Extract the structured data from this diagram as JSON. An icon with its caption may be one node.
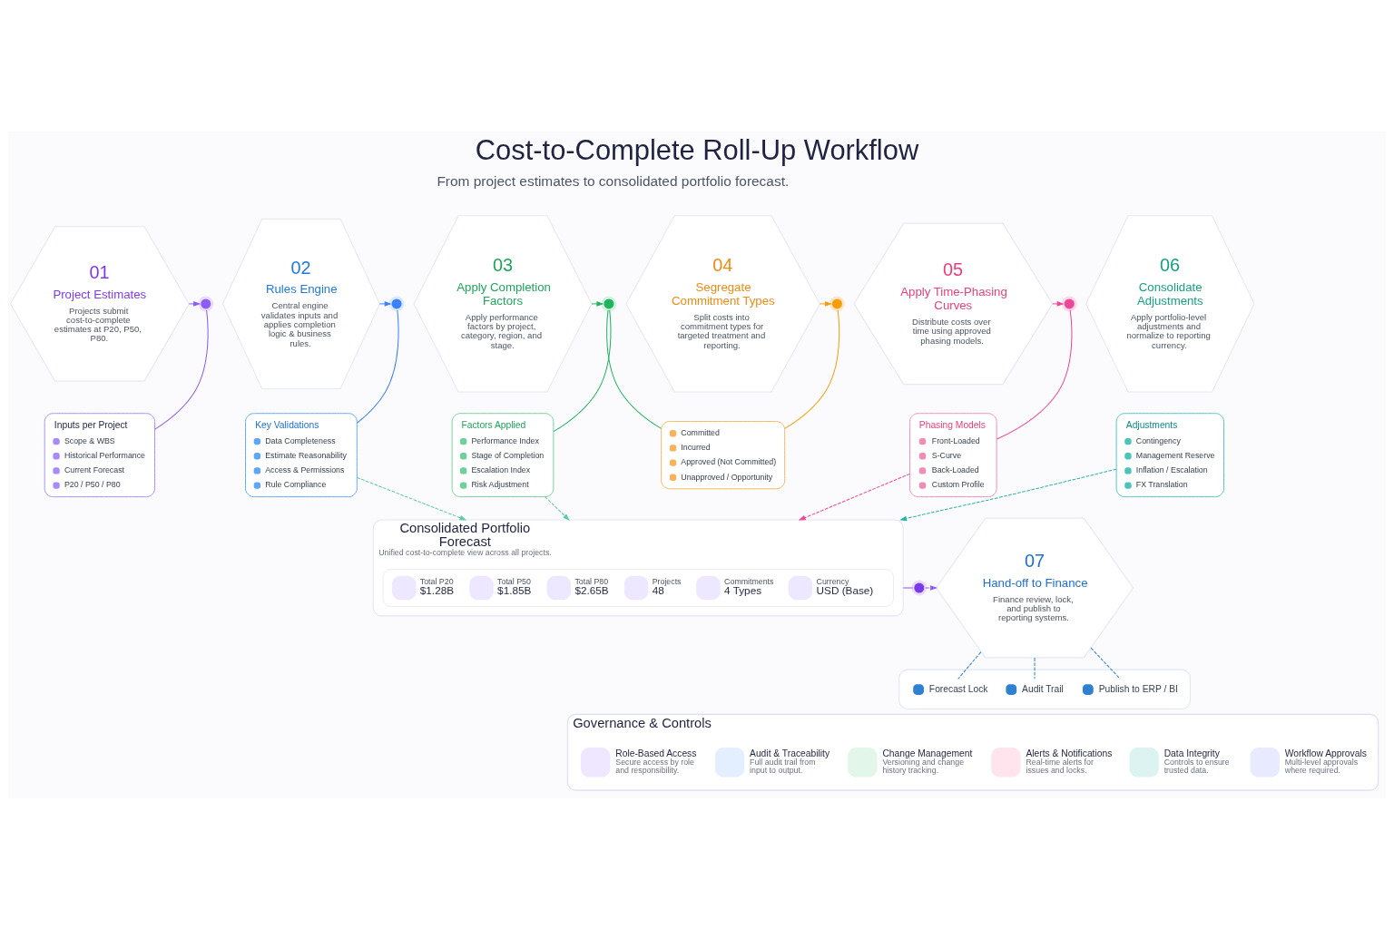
{
  "diagram": {
    "title": "Cost-to-Complete Roll-Up Workflow",
    "labels": [
      "From project estimates to consolidated portfolio forecast."
    ],
    "nodes": [
      {
        "text": [
          "01",
          "Project Estimates",
          "Projects submit cost-to-complete estimates at P20, P50, P80."
        ]
      },
      {
        "text": [],
        "shape": "circle"
      },
      {
        "text": [
          "02",
          "Rules Engine",
          "Central engine validates inputs and applies completion logic & business rules."
        ]
      },
      {
        "text": [],
        "shape": "circle"
      },
      {
        "text": [
          "03",
          "Apply Completion Factors",
          "Apply performance factors by project, category, region, and stage."
        ]
      },
      {
        "text": [],
        "shape": "circle"
      },
      {
        "text": [
          "04",
          "Segregate Commitment Types",
          "Split costs into commitment types for targeted treatment and reporting."
        ]
      },
      {
        "text": [],
        "shape": "circle"
      },
      {
        "text": [
          "05",
          "Apply Time-Phasing Curves",
          "Distribute costs over time using approved phasing models."
        ]
      },
      {
        "text": [],
        "shape": "circle"
      },
      {
        "text": [
          "06",
          "Consolidate Adjustments",
          "Apply portfolio-level adjustments and normalize to reporting currency."
        ]
      },
      {
        "text": [
          "Inputs per Project",
          "Scope & WBS",
          "Historical Performance",
          "Current Forecast",
          "P20 / P50 / P80"
        ]
      },
      {
        "text": [
          "Key Validations",
          "Data Completeness",
          "Estimate Reasonability",
          "Access & Permissions",
          "Rule Compliance"
        ]
      },
      {
        "text": [
          "Factors Applied",
          "Performance Index",
          "Stage of Completion",
          "Escalation Index",
          "Risk Adjustment"
        ]
      },
      {
        "text": [
          "Committed",
          "Incurred",
          "Approved (Not Committed)",
          "Unapproved / Opportunity"
        ]
      },
      {
        "text": [
          "Phasing Models",
          "Front-Loaded",
          "S-Curve",
          "Back-Loaded",
          "Custom Profile"
        ]
      },
      {
        "text": [
          "Adjustments",
          "Contingency",
          "Management Reserve",
          "Inflation / Escalation",
          "FX Translation"
        ]
      },
      {
        "text": [
          "Consolidated Portfolio Forecast",
          "Unified cost-to-complete view across all projects."
        ]
      },
      {
        "text": [
          "Total P20",
          "$1.28B",
          "Total P50",
          "$1.85B",
          "Total P80",
          "$2.65B",
          "Projects",
          "48",
          "Commitments",
          "4 Types",
          "Currency",
          "USD (Base)"
        ],
        "in": 17
      },
      {
        "text": [],
        "shape": "circle"
      },
      {
        "text": [
          "07",
          "Hand-off to Finance",
          "Finance review, lock, and publish to reporting systems."
        ]
      },
      {
        "text": [],
        "shape": "box"
      },
      {
        "text": [
          "Forecast Lock"
        ],
        "in": 21
      },
      {
        "text": [
          "Audit Trail"
        ],
        "in": 21
      },
      {
        "text": [
          "Publish to ERP / BI"
        ],
        "in": 21
      },
      {
        "text": [
          "Governance & Controls"
        ]
      },
      {
        "text": [
          "Role-Based Access",
          "Secure access by role and responsibility."
        ],
        "in": 25
      },
      {
        "text": [
          "Audit & Traceability",
          "Full audit trail from input to output."
        ],
        "in": 25
      },
      {
        "text": [
          "Change Management",
          "Versioning and change history tracking."
        ],
        "in": 25
      },
      {
        "text": [
          "Alerts & Notifications",
          "Real-time alerts for issues and locks."
        ],
        "in": 25
      },
      {
        "text": [
          "Data Integrity",
          "Controls to ensure trusted data."
        ],
        "in": 25
      },
      {
        "text": [
          "Workflow Approvals",
          "Multi-level approvals where required."
        ],
        "in": 25
      }
    ],
    "edges": [
      {
        "from": 0,
        "to": 1,
        "arrow": "to",
        "color": "#8b5cf6"
      },
      {
        "from": 1,
        "to": 11,
        "arrow": "none",
        "color": "#8b5cf6"
      },
      {
        "from": 2,
        "to": 3,
        "arrow": "to",
        "color": "#3b82f6"
      },
      {
        "from": 3,
        "to": 12,
        "arrow": "none",
        "color": "#3b82f6"
      },
      {
        "from": 4,
        "to": 5,
        "arrow": "to",
        "color": "#22b35e"
      },
      {
        "from": 5,
        "to": 13,
        "arrow": "none",
        "color": "#22b35e"
      },
      {
        "from": 5,
        "to": 14,
        "arrow": "none",
        "color": "#22b35e"
      },
      {
        "from": 6,
        "to": 7,
        "arrow": "to",
        "color": "#f59e0b"
      },
      {
        "from": 7,
        "to": 14,
        "arrow": "none",
        "color": "#f59e0b"
      },
      {
        "from": 8,
        "to": 9,
        "arrow": "to",
        "color": "#ec4899"
      },
      {
        "from": 9,
        "to": 15,
        "arrow": "none",
        "color": "#ec4899"
      },
      {
        "from": 12,
        "to": 17,
        "arrow": "to",
        "style": "dashed",
        "color": "#5cc9a7"
      },
      {
        "from": 13,
        "to": 17,
        "arrow": "to",
        "style": "dashed",
        "color": "#5cc9a7"
      },
      {
        "from": 15,
        "to": 17,
        "arrow": "to",
        "style": "dashed",
        "color": "#ec4899"
      },
      {
        "from": 16,
        "to": 17,
        "arrow": "to",
        "style": "dashed",
        "color": "#2bb5a8"
      },
      {
        "from": 17,
        "to": 19,
        "arrow": "none",
        "color": "#8b5cf6"
      },
      {
        "from": 19,
        "to": 20,
        "arrow": "to",
        "style": "dashed",
        "color": "#8b5cf6"
      },
      {
        "from": 20,
        "to": 22,
        "arrow": "none",
        "style": "dashed",
        "color": "#2f80d1"
      },
      {
        "from": 20,
        "to": 23,
        "arrow": "none",
        "style": "dashed",
        "color": "#2f80d1"
      },
      {
        "from": 20,
        "to": 24,
        "arrow": "none",
        "style": "dashed",
        "color": "#2f80d1"
      }
    ]
  }
}
